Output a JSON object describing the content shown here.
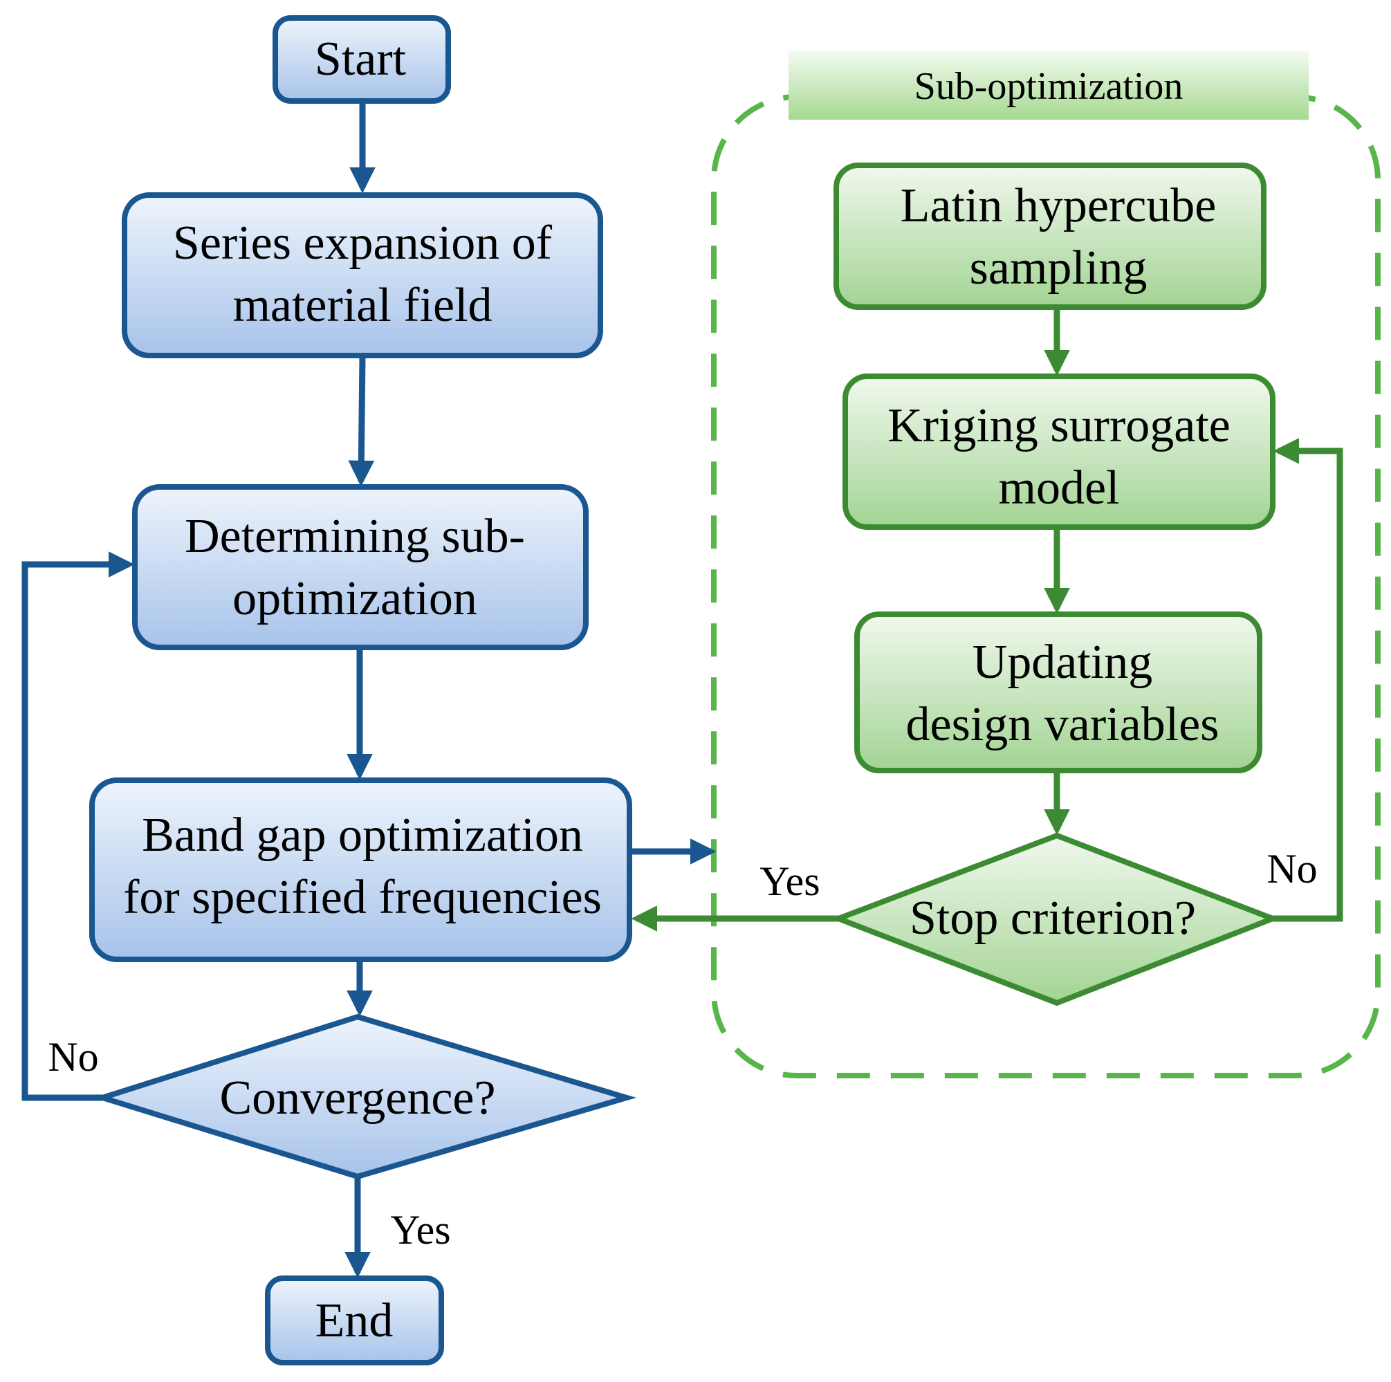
{
  "colors": {
    "blue_stroke": "#1a5690",
    "blue_fill_top": "#e8f1fb",
    "blue_fill_bottom": "#a8c4ea",
    "green_stroke": "#3c8b33",
    "green_fill_top": "#eef7ea",
    "green_fill_bottom": "#a3d595",
    "green_dash": "#58b54a",
    "header_fill": "#a7dc95"
  },
  "main_flow": {
    "start": "Start",
    "series_line1": "Series expansion of",
    "series_line2": "material field",
    "determining_line1": "Determining sub-",
    "determining_line2": "optimization",
    "bandgap_line1": "Band gap optimization",
    "bandgap_line2": "for specified frequencies",
    "convergence": "Convergence?",
    "end": "End",
    "yes_label": "Yes",
    "no_label": "No"
  },
  "sub_optimization": {
    "title": "Sub-optimization",
    "latin_line1": "Latin hypercube",
    "latin_line2": "sampling",
    "kriging_line1": "Kriging surrogate",
    "kriging_line2": "model",
    "updating_line1": "Updating",
    "updating_line2": "design variables",
    "stop": "Stop criterion?",
    "yes_label": "Yes",
    "no_label": "No"
  }
}
